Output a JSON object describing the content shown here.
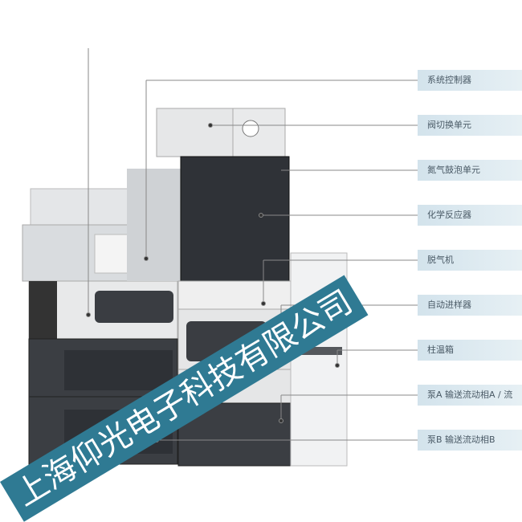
{
  "labels": [
    {
      "text": "系统控制器"
    },
    {
      "text": "阀切换单元"
    },
    {
      "text": "氮气鼓泡单元"
    },
    {
      "text": "化学反应器"
    },
    {
      "text": "脱气机"
    },
    {
      "text": "自动进样器"
    },
    {
      "text": "柱温箱"
    },
    {
      "text": "泵A 输送流动相A / 流"
    },
    {
      "text": "泵B 输送流动相B"
    }
  ],
  "watermark": {
    "text": "上海仰光电子科技有限公司",
    "color": "#2f7a93"
  }
}
